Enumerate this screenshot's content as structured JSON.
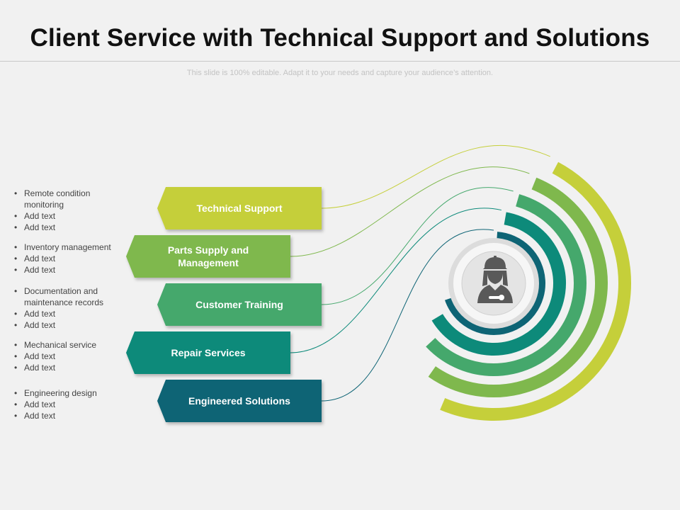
{
  "header": {
    "title": "Client Service with Technical Support and Solutions",
    "subtitle": "This slide is 100% editable. Adapt it to your needs and capture your audience’s attention."
  },
  "colors": {
    "lime": "#c5cf3a",
    "light_green": "#7fb84d",
    "green": "#45a86c",
    "teal": "#0d8a7a",
    "dark_teal": "#0e6475"
  },
  "items": [
    {
      "label": "Technical Support",
      "color": "#c5cf3a",
      "bullets": [
        "Remote condition monitoring",
        "Add text",
        "Add text"
      ]
    },
    {
      "label": "Parts Supply and Management",
      "color": "#7fb84d",
      "bullets": [
        "Inventory management",
        "Add text",
        "Add text"
      ]
    },
    {
      "label": "Customer Training",
      "color": "#45a86c",
      "bullets": [
        "Documentation and maintenance records",
        "Add text",
        "Add text"
      ]
    },
    {
      "label": "Repair Services",
      "color": "#0d8a7a",
      "bullets": [
        "Mechanical service",
        "Add text",
        "Add text"
      ]
    },
    {
      "label": "Engineered Solutions",
      "color": "#0e6475",
      "bullets": [
        "Engineering design",
        "Add text",
        "Add text"
      ]
    }
  ],
  "center_icon": "engineer-worker-icon"
}
